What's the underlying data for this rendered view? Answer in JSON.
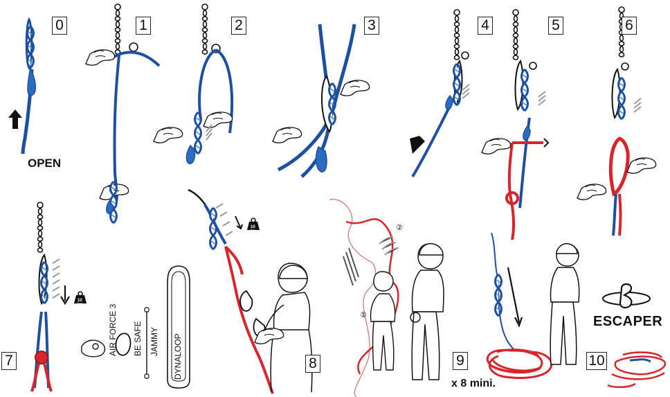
{
  "steps": [
    {
      "id": "0",
      "label": "0"
    },
    {
      "id": "1",
      "label": "1"
    },
    {
      "id": "2",
      "label": "2"
    },
    {
      "id": "3",
      "label": "3"
    },
    {
      "id": "4",
      "label": "4"
    },
    {
      "id": "5",
      "label": "5"
    },
    {
      "id": "6",
      "label": "6"
    },
    {
      "id": "7",
      "label": "7"
    },
    {
      "id": "8",
      "label": "8"
    },
    {
      "id": "9",
      "label": "9"
    },
    {
      "id": "10",
      "label": "10"
    }
  ],
  "labels": {
    "open": "OPEN",
    "brand": "ESCAPER",
    "rope_length": "x 8 mini.",
    "device_names": [
      "AIR FORCE 3",
      "BE SAFE",
      "JAMMY",
      "DYNALOOP"
    ],
    "weight": "10",
    "weight_unit": "kg",
    "sequence_marks": [
      "①",
      "②"
    ]
  },
  "colors": {
    "blue_rope": "#1f4fa0",
    "red_rope": "#d7262b",
    "line": "#1a1a1a",
    "hatch": "#9a9a9a"
  }
}
